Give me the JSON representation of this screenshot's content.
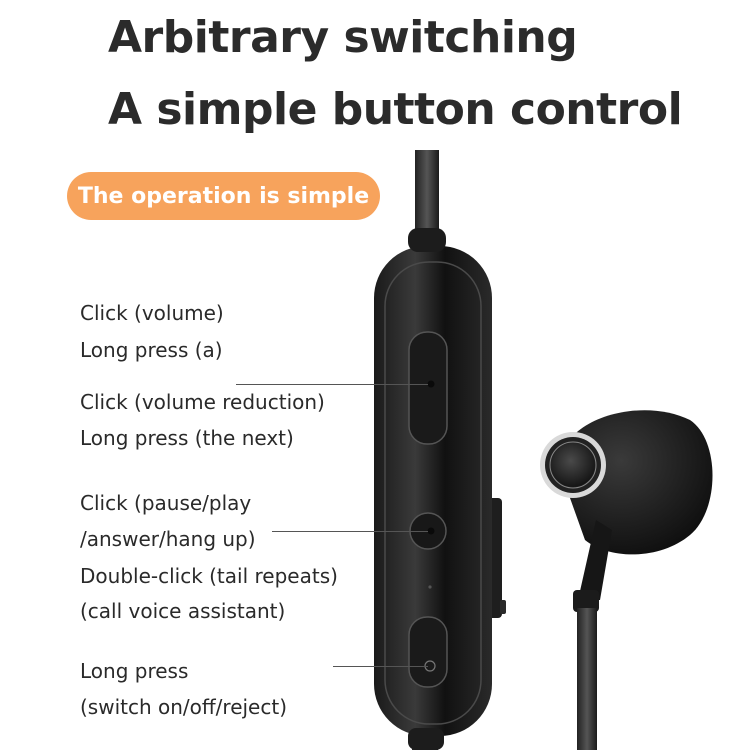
{
  "headline": {
    "line1": "Arbitrary switching",
    "line2": "A simple button control"
  },
  "badge": {
    "text": "The operation is simple",
    "color": "#f7a35c"
  },
  "controls": [
    {
      "line1": "Click (volume)",
      "line2": "Long press (a)"
    },
    {
      "line1": "Click (volume reduction)",
      "line2": "Long press (the next)"
    },
    {
      "line1": "Click (pause/play",
      "line2": "/answer/hang up)",
      "line3": "Double-click (tail repeats)",
      "line4": "(call voice assistant)"
    },
    {
      "line1": "Long press",
      "line2": "(switch on/off/reject)"
    }
  ],
  "product_icons": [
    "remote-control",
    "earbud"
  ]
}
